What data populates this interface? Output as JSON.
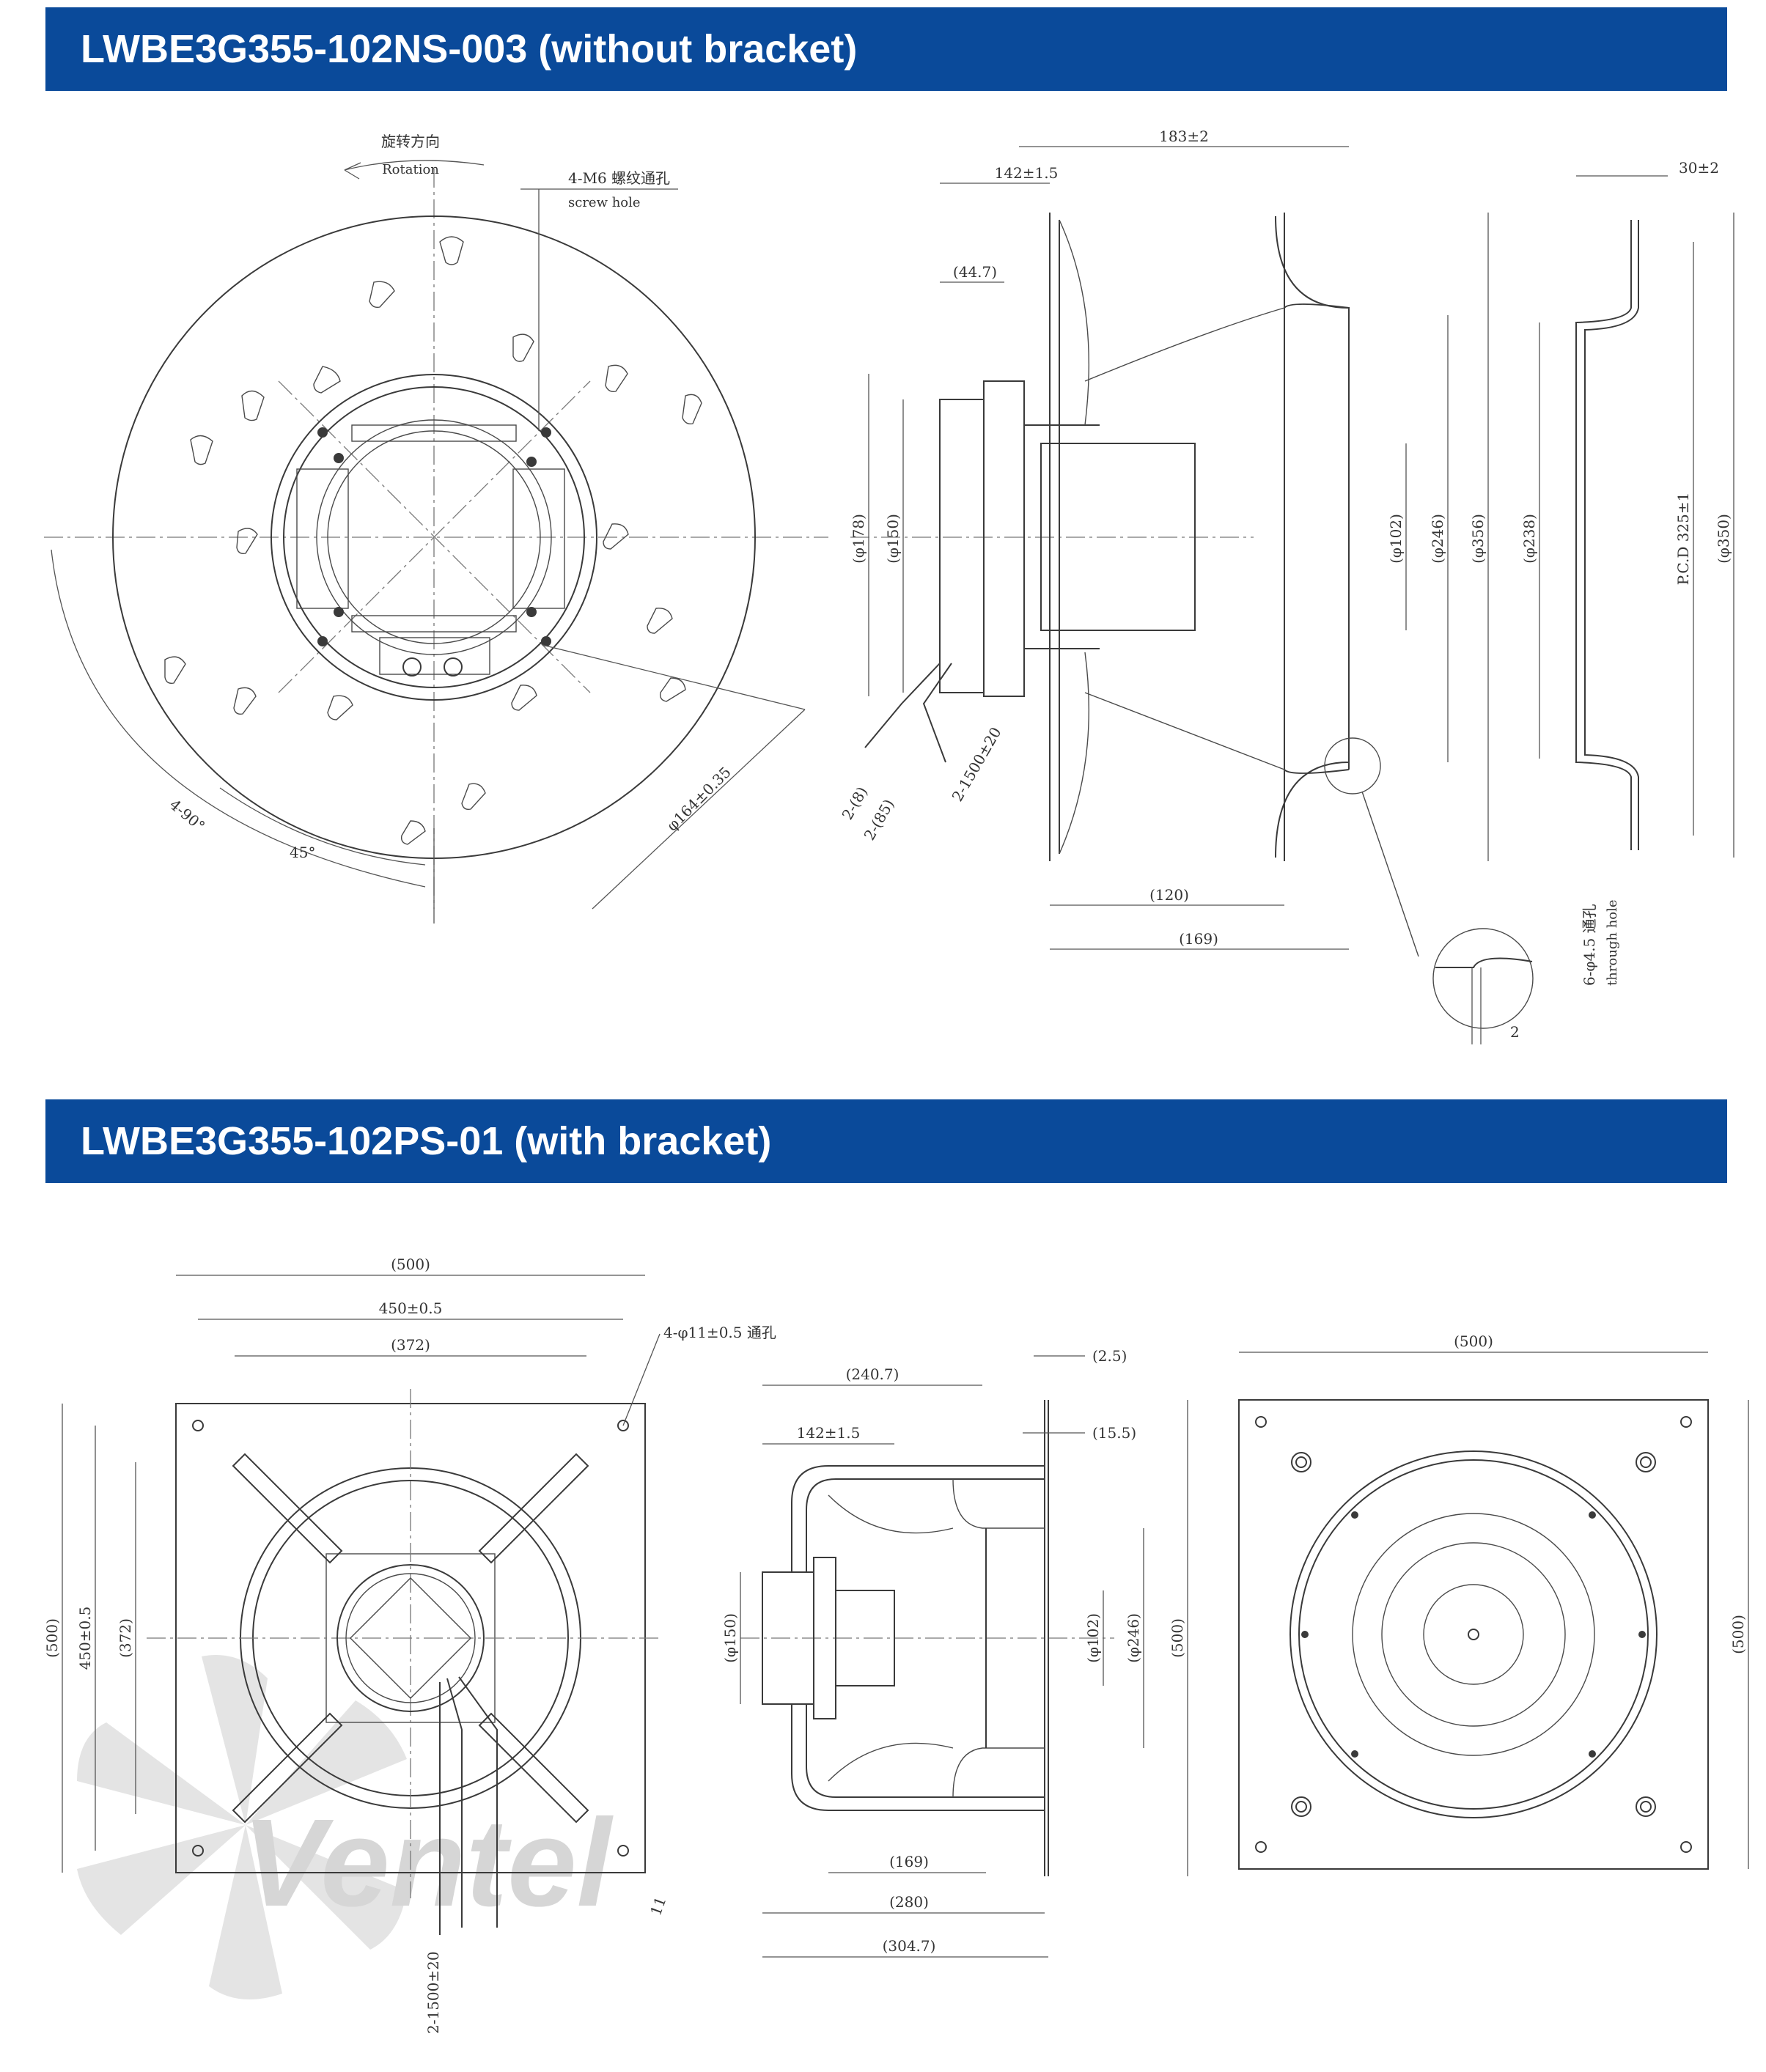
{
  "sections": [
    {
      "title": "LWBE3G355-102NS-003 (without bracket)"
    },
    {
      "title": "LWBE3G355-102PS-01 (with bracket)"
    }
  ],
  "drawing1": {
    "front": {
      "rotation_cn": "旋转方向",
      "rotation_en": "Rotation",
      "screw_cn": "4-M6 螺纹通孔",
      "screw_en": "screw hole",
      "angle_90": "4-90°",
      "angle_45": "45°",
      "dia_164": "φ164±0.35"
    },
    "side": {
      "d183": "183±2",
      "d142": "142±1.5",
      "d44": "(44.7)",
      "d178": "(φ178)",
      "d150": "(φ150)",
      "d102": "(φ102)",
      "d246": "(φ246)",
      "d356": "(φ356)",
      "d120": "(120)",
      "d169": "(169)",
      "cable_8": "2-(8)",
      "cable_85": "2-(85)",
      "cable_len": "2-1500±20",
      "detail_2": "2"
    },
    "flange": {
      "d30": "30±2",
      "d238": "(φ238)",
      "pcd": "P.C.D 325±1",
      "d350": "(φ350)",
      "hole_cn": "6-φ4.5 通孔",
      "hole_en": "through hole"
    }
  },
  "drawing2": {
    "front": {
      "w500": "(500)",
      "w450": "450±0.5",
      "w372": "(372)",
      "h500": "(500)",
      "h450": "450±0.5",
      "h372": "(372)",
      "holes": "4-φ11±0.5 通孔",
      "d11": "11",
      "cable_len": "2-1500±20"
    },
    "side": {
      "d2_5": "(2.5)",
      "d240": "(240.7)",
      "d15_5": "(15.5)",
      "d142": "142±1.5",
      "d150": "(φ150)",
      "d102": "(φ102)",
      "d246": "(φ246)",
      "d500": "(500)",
      "d169": "(169)",
      "d280": "(280)",
      "d304": "(304.7)"
    },
    "rear": {
      "w500": "(500)",
      "h500": "(500)"
    }
  },
  "watermark": "Ventel",
  "colors": {
    "banner": "#0a4a9a",
    "banner_text": "#ffffff",
    "line": "#3a3a3a"
  }
}
